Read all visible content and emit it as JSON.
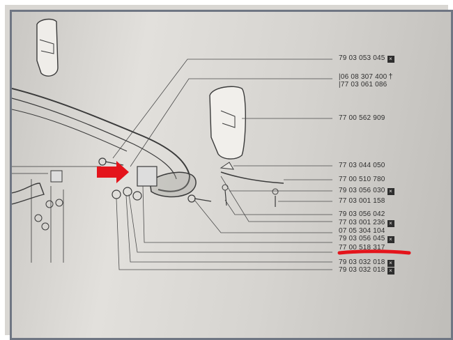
{
  "colors": {
    "paper": "#dedcd8",
    "ink": "#2e2e2e",
    "highlight_red": "#e4141b",
    "frame_border": "#6f7683"
  },
  "highlight_arrow_icon": "red-arrow-icon",
  "highlight_underline": "red-underline",
  "part_numbers": [
    {
      "id": "p1",
      "number": "79 03 053 045",
      "mark": "box-x"
    },
    {
      "id": "p2",
      "number": "06 08 307 400",
      "mark": "cross"
    },
    {
      "id": "p3",
      "number": "77 03 061 086",
      "mark": "none"
    },
    {
      "id": "p4",
      "number": "77 00 562 909",
      "mark": "none"
    },
    {
      "id": "p5",
      "number": "77 03 044 050",
      "mark": "none"
    },
    {
      "id": "p6",
      "number": "77 00 510 780",
      "mark": "none"
    },
    {
      "id": "p7",
      "number": "79 03 056 030",
      "mark": "box-x"
    },
    {
      "id": "p8",
      "number": "77 03 001 158",
      "mark": "none"
    },
    {
      "id": "p9",
      "number": "79 03 056 042",
      "mark": "none"
    },
    {
      "id": "p10",
      "number": "77 03 001 236",
      "mark": "box-x"
    },
    {
      "id": "p11",
      "number": "07 05 304 104",
      "mark": "none"
    },
    {
      "id": "p12",
      "number": "79 03 056 045",
      "mark": "box-x"
    },
    {
      "id": "p13",
      "number": "77 00 518 317",
      "mark": "none"
    },
    {
      "id": "p14",
      "number": "79 03 032 018",
      "mark": "box-x"
    },
    {
      "id": "p15",
      "number": "79 03 032 018",
      "mark": "box-x"
    }
  ]
}
